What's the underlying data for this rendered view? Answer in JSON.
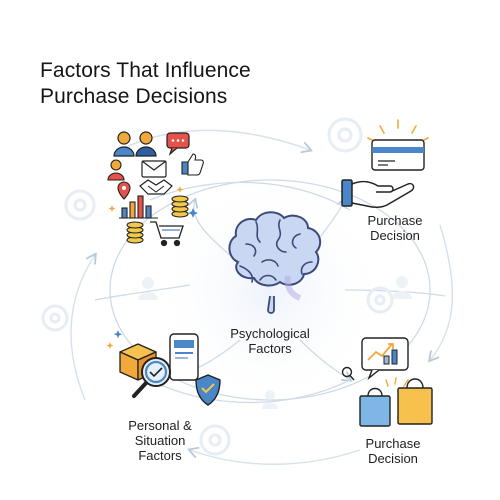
{
  "title": {
    "line1": "Factors That Influence",
    "line2": "Purchase Decisions"
  },
  "nodes": {
    "top_right": {
      "line1": "Purchase",
      "line2": "Decision",
      "icon": "credit-card-hand-icon"
    },
    "center": {
      "line1": "Psycholoɡical",
      "line2": "Factors",
      "icon": "brain-icon"
    },
    "bottom_left": {
      "line1": "Personal &",
      "line2": "Situation",
      "line3": "Factors",
      "icon": "search-package-shield-icon"
    },
    "bottom_right": {
      "line1": "Purchase",
      "line2": "Decision",
      "icon": "shopping-bags-chart-icon"
    },
    "top_left": {
      "icon": "social-commerce-collage-icon"
    }
  },
  "colors": {
    "connector": "#cfdbe8",
    "arrow": "#b9c8d8",
    "blue": "#4a86c8",
    "orange": "#f2a93b",
    "brain_fill": "#c9d7f3",
    "brain_stroke": "#3c4a7a"
  }
}
